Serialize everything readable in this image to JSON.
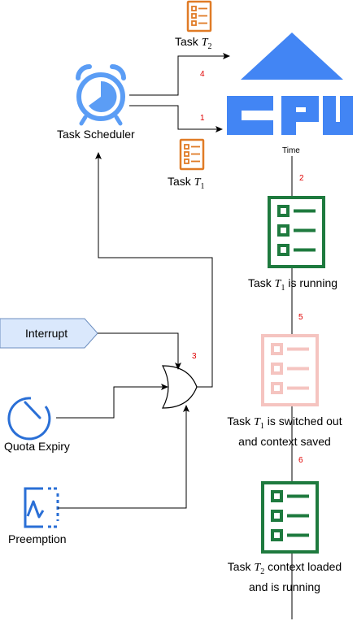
{
  "scheduler": {
    "label": "Task Scheduler",
    "color": "#5b9df5"
  },
  "cpu": {
    "label": "CPU",
    "color": "#4285f4"
  },
  "tasks": {
    "t1": {
      "prefix": "Task ",
      "var": "T",
      "sub": "1"
    },
    "t2": {
      "prefix": "Task ",
      "var": "T",
      "sub": "2"
    }
  },
  "timeline": {
    "label": "Time",
    "events": [
      {
        "prefix": "Task ",
        "var": "T",
        "sub": "1",
        "suffix": " is running"
      },
      {
        "line1_prefix": "Task ",
        "var": "T",
        "sub": "1",
        "line1_suffix": " is switched out",
        "line2": "and context saved"
      },
      {
        "line1_prefix": "Task ",
        "var": "T",
        "sub": "2",
        "line1_suffix": " context loaded",
        "line2": "and is running"
      }
    ]
  },
  "triggers": {
    "interrupt": "Interrupt",
    "quota": "Quota Expiry",
    "preemption": "Preemption"
  },
  "step_numbers": [
    "1",
    "2",
    "3",
    "4",
    "5",
    "6"
  ],
  "colors": {
    "orange": "#e07b26",
    "green": "#1e7a3e",
    "faded": "#f5c4c0",
    "blue_icon": "#2a6fd6",
    "step_red": "#e00000",
    "interrupt_fill": "#dae8fc",
    "interrupt_stroke": "#6c8ebf"
  }
}
